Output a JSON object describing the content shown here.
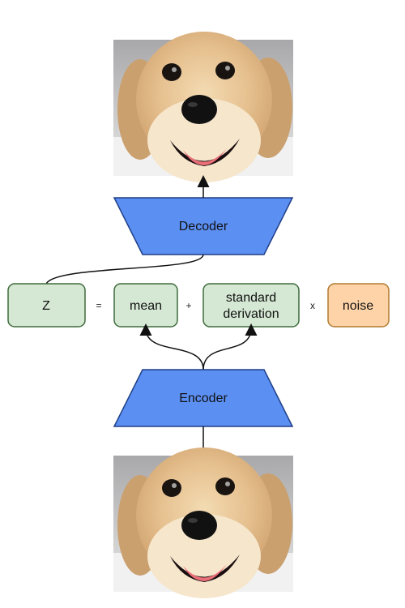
{
  "decoder": {
    "label": "Decoder",
    "fill": "#5b8ff2",
    "stroke": "#1f3f86"
  },
  "encoder": {
    "label": "Encoder",
    "fill": "#5b8ff2",
    "stroke": "#1f3f86"
  },
  "latent": {
    "z_label": "Z",
    "equals": "=",
    "mean_label": "mean",
    "plus": "+",
    "std_line1": "standard",
    "std_line2": "derivation",
    "times": "x",
    "noise_label": "noise"
  },
  "colors": {
    "green_box_fill": "#d5e8d4",
    "green_box_stroke": "#3f6b3c",
    "noise_fill": "#ffd3a8",
    "noise_stroke": "#b07a2f",
    "arrow": "#111111"
  },
  "images": {
    "output_image": "dog-photo-reconstructed",
    "input_image": "dog-photo-original"
  }
}
